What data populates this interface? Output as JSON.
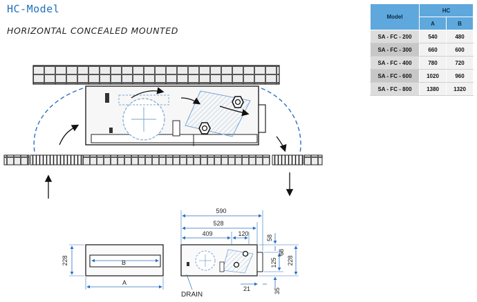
{
  "header": {
    "title": "HC-Model",
    "subtitle": "HORIZONTAL CONCEALED MOUNTED"
  },
  "spec_table": {
    "col_model": "Model",
    "col_group": "HC",
    "col_a": "A",
    "col_b": "B",
    "rows": [
      {
        "model": "SA - FC - 200",
        "a": "540",
        "b": "480"
      },
      {
        "model": "SA - FC - 300",
        "a": "660",
        "b": "600"
      },
      {
        "model": "SA - FC - 400",
        "a": "780",
        "b": "720"
      },
      {
        "model": "SA - FC - 600",
        "a": "1020",
        "b": "960"
      },
      {
        "model": "SA - FC - 800",
        "a": "1380",
        "b": "1320"
      }
    ]
  },
  "front_view": {
    "height_label": "228",
    "width_label": "A",
    "inner_label": "B"
  },
  "side_view": {
    "dim_590": "590",
    "dim_528": "528",
    "dim_409": "409",
    "dim_120": "120",
    "dim_58": "58",
    "dim_125": "125",
    "dim_68": "68",
    "dim_228": "228",
    "dim_21": "21",
    "dim_35": "35",
    "drain_label": "DRAIN"
  },
  "colors": {
    "title_blue": "#1f70b8",
    "table_header": "#5fa8dd",
    "dim_line": "#2a6fc0",
    "airflow": "#2a6fc0"
  }
}
